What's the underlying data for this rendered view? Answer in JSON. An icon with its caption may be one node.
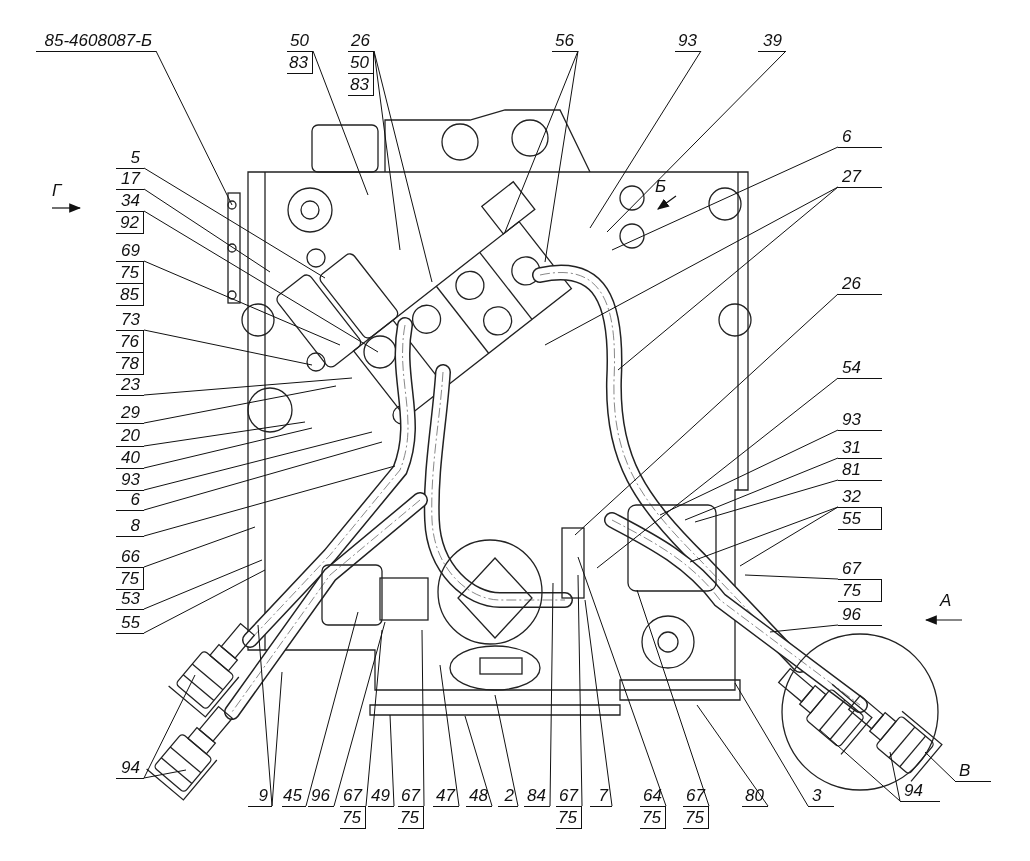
{
  "diagram": {
    "nodes": [
      {
        "text": [
          "85-4608087-Б"
        ]
      },
      {
        "text": [
          "50",
          "83"
        ]
      },
      {
        "text": [
          "26",
          "50",
          "83"
        ]
      },
      {
        "text": [
          "56"
        ]
      },
      {
        "text": [
          "93"
        ]
      },
      {
        "text": [
          "39"
        ]
      },
      {
        "text": [
          "5"
        ]
      },
      {
        "text": [
          "17"
        ]
      },
      {
        "text": [
          "34",
          "92"
        ]
      },
      {
        "text": [
          "69",
          "75",
          "85"
        ]
      },
      {
        "text": [
          "73",
          "76",
          "78"
        ]
      },
      {
        "text": [
          "23"
        ]
      },
      {
        "text": [
          "29"
        ]
      },
      {
        "text": [
          "20"
        ]
      },
      {
        "text": [
          "40"
        ]
      },
      {
        "text": [
          "93"
        ]
      },
      {
        "text": [
          "6"
        ]
      },
      {
        "text": [
          "8"
        ]
      },
      {
        "text": [
          "66",
          "75"
        ]
      },
      {
        "text": [
          "53"
        ]
      },
      {
        "text": [
          "55"
        ]
      },
      {
        "text": [
          "94"
        ]
      },
      {
        "text": [
          "6"
        ]
      },
      {
        "text": [
          "27"
        ]
      },
      {
        "text": [
          "26"
        ]
      },
      {
        "text": [
          "54"
        ]
      },
      {
        "text": [
          "93"
        ]
      },
      {
        "text": [
          "31"
        ]
      },
      {
        "text": [
          "81"
        ]
      },
      {
        "text": [
          "32",
          "55"
        ]
      },
      {
        "text": [
          "67",
          "75"
        ]
      },
      {
        "text": [
          "96"
        ]
      },
      {
        "text": [
          "В"
        ]
      },
      {
        "text": [
          "94"
        ]
      },
      {
        "text": [
          "9"
        ]
      },
      {
        "text": [
          "45"
        ]
      },
      {
        "text": [
          "96"
        ]
      },
      {
        "text": [
          "67",
          "75"
        ]
      },
      {
        "text": [
          "49"
        ]
      },
      {
        "text": [
          "67",
          "75"
        ]
      },
      {
        "text": [
          "47"
        ]
      },
      {
        "text": [
          "48"
        ]
      },
      {
        "text": [
          "2"
        ]
      },
      {
        "text": [
          "84"
        ]
      },
      {
        "text": [
          "67",
          "75"
        ]
      },
      {
        "text": [
          "7"
        ]
      },
      {
        "text": [
          "64",
          "75"
        ]
      },
      {
        "text": [
          "67",
          "75"
        ]
      },
      {
        "text": [
          "80"
        ]
      },
      {
        "text": [
          "3"
        ]
      }
    ],
    "edges": [
      {
        "from": 0,
        "to": null,
        "arrow": "none"
      },
      {
        "from": 1,
        "to": null,
        "arrow": "none"
      },
      {
        "from": 2,
        "to": null,
        "arrow": "none"
      },
      {
        "from": 2,
        "to": null,
        "arrow": "none"
      },
      {
        "from": 3,
        "to": null,
        "arrow": "none"
      },
      {
        "from": 3,
        "to": null,
        "arrow": "none"
      },
      {
        "from": 4,
        "to": null,
        "arrow": "none"
      },
      {
        "from": 5,
        "to": null,
        "arrow": "none"
      },
      {
        "from": 6,
        "to": null,
        "arrow": "none"
      },
      {
        "from": 7,
        "to": null,
        "arrow": "none"
      },
      {
        "from": 8,
        "to": null,
        "arrow": "none"
      },
      {
        "from": 9,
        "to": null,
        "arrow": "none"
      },
      {
        "from": 10,
        "to": null,
        "arrow": "none"
      },
      {
        "from": 11,
        "to": null,
        "arrow": "none"
      },
      {
        "from": 12,
        "to": null,
        "arrow": "none"
      },
      {
        "from": 13,
        "to": null,
        "arrow": "none"
      },
      {
        "from": 14,
        "to": null,
        "arrow": "none"
      },
      {
        "from": 15,
        "to": null,
        "arrow": "none"
      },
      {
        "from": 16,
        "to": null,
        "arrow": "none"
      },
      {
        "from": 17,
        "to": null,
        "arrow": "none"
      },
      {
        "from": 18,
        "to": null,
        "arrow": "none"
      },
      {
        "from": 19,
        "to": null,
        "arrow": "none"
      },
      {
        "from": 20,
        "to": null,
        "arrow": "none"
      },
      {
        "from": 21,
        "to": null,
        "arrow": "none"
      },
      {
        "from": 21,
        "to": null,
        "arrow": "none"
      },
      {
        "from": 22,
        "to": null,
        "arrow": "none"
      },
      {
        "from": 23,
        "to": null,
        "arrow": "none"
      },
      {
        "from": 23,
        "to": null,
        "arrow": "none"
      },
      {
        "from": 24,
        "to": null,
        "arrow": "none"
      },
      {
        "from": 25,
        "to": null,
        "arrow": "none"
      },
      {
        "from": 26,
        "to": null,
        "arrow": "none"
      },
      {
        "from": 27,
        "to": null,
        "arrow": "none"
      },
      {
        "from": 28,
        "to": null,
        "arrow": "none"
      },
      {
        "from": 29,
        "to": null,
        "arrow": "none"
      },
      {
        "from": 29,
        "to": null,
        "arrow": "none"
      },
      {
        "from": 30,
        "to": null,
        "arrow": "none"
      },
      {
        "from": 31,
        "to": null,
        "arrow": "none"
      },
      {
        "from": 32,
        "to": null,
        "arrow": "none"
      },
      {
        "from": 33,
        "to": null,
        "arrow": "none"
      },
      {
        "from": 33,
        "to": null,
        "arrow": "none"
      },
      {
        "from": 34,
        "to": null,
        "arrow": "none"
      },
      {
        "from": 34,
        "to": null,
        "arrow": "none"
      },
      {
        "from": 35,
        "to": null,
        "arrow": "none"
      },
      {
        "from": 36,
        "to": null,
        "arrow": "none"
      },
      {
        "from": 37,
        "to": null,
        "arrow": "none"
      },
      {
        "from": 38,
        "to": null,
        "arrow": "none"
      },
      {
        "from": 39,
        "to": null,
        "arrow": "none"
      },
      {
        "from": 40,
        "to": null,
        "arrow": "none"
      },
      {
        "from": 41,
        "to": null,
        "arrow": "none"
      },
      {
        "from": 42,
        "to": null,
        "arrow": "none"
      },
      {
        "from": 43,
        "to": null,
        "arrow": "none"
      },
      {
        "from": 44,
        "to": null,
        "arrow": "none"
      },
      {
        "from": 45,
        "to": null,
        "arrow": "none"
      },
      {
        "from": 46,
        "to": null,
        "arrow": "none"
      },
      {
        "from": 47,
        "to": null,
        "arrow": "none"
      },
      {
        "from": 48,
        "to": null,
        "arrow": "none"
      },
      {
        "from": 49,
        "to": null,
        "arrow": "none"
      }
    ],
    "labels": [
      "Г",
      "Б",
      "А"
    ]
  }
}
